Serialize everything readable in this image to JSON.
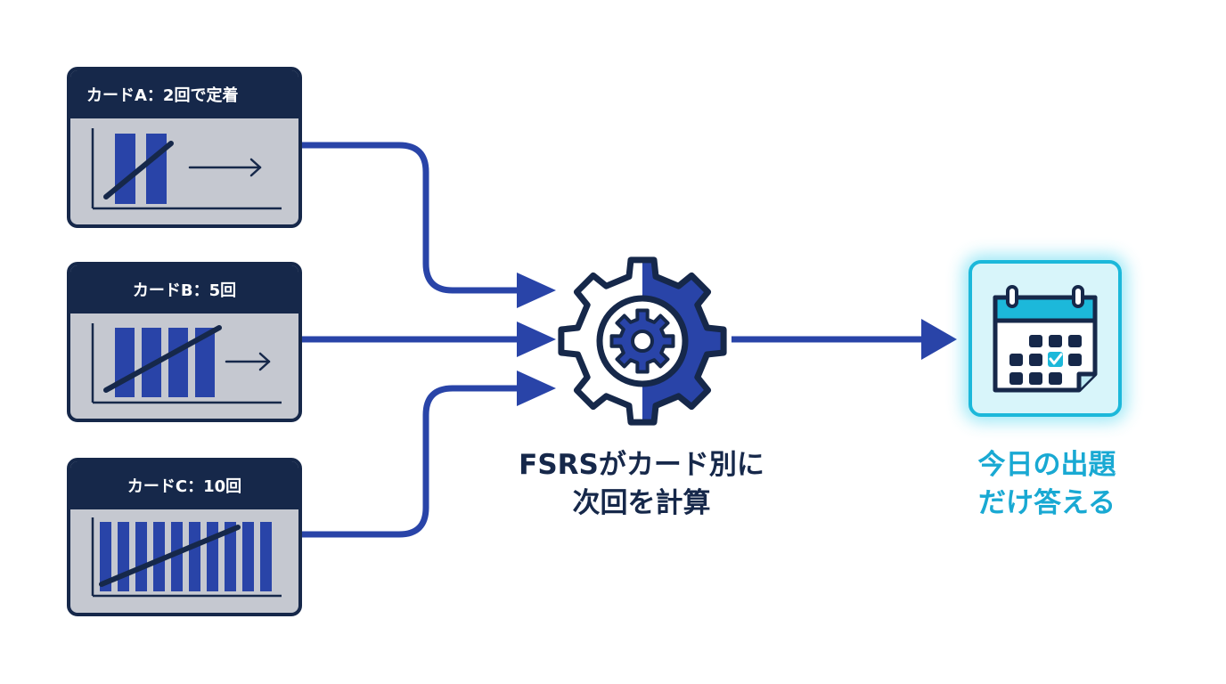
{
  "cards": [
    {
      "title": "カードA：2回で定着",
      "reviews": 2
    },
    {
      "title": "カードB：5回",
      "reviews": 5
    },
    {
      "title": "カードC：10回",
      "reviews": 10
    }
  ],
  "scheduler": {
    "caption_line1": "FSRSがカード別に",
    "caption_line2": "次回を計算"
  },
  "output": {
    "caption_line1": "今日の出題",
    "caption_line2": "だけ答える"
  },
  "icons": [
    "gear-icon",
    "calendar-icon",
    "checkmark-icon"
  ],
  "colors": {
    "navy": "#16284a",
    "blue": "#2944a8",
    "card_bg": "#c5c8d0",
    "cyan": "#1cb8da",
    "cyan_text": "#19a9d3"
  }
}
